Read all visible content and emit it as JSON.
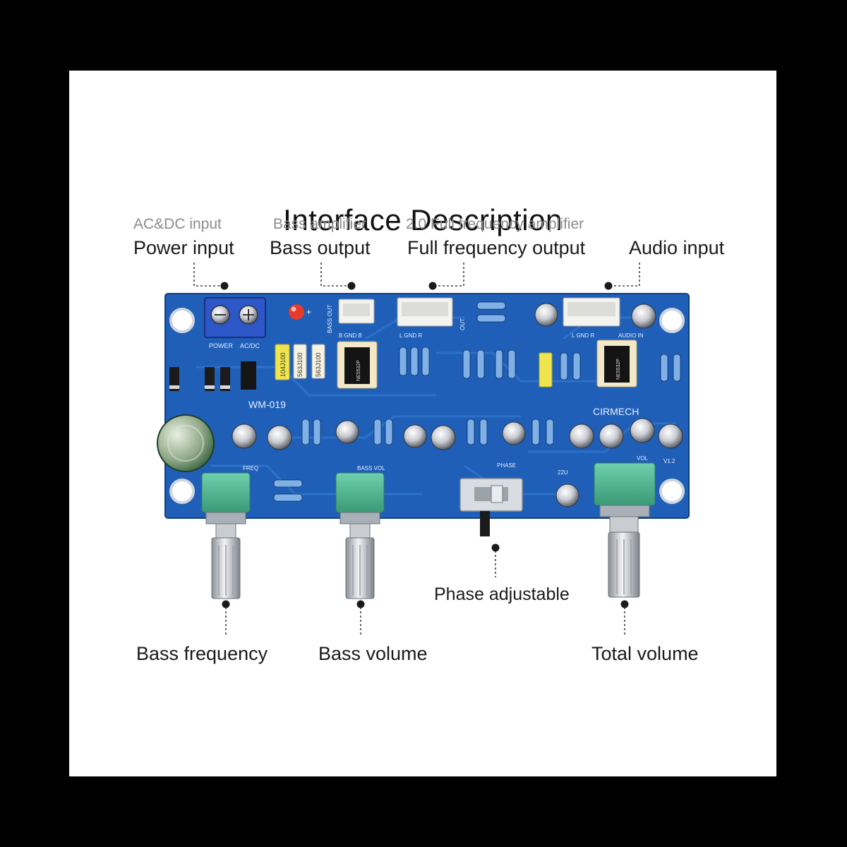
{
  "title": "Interface Description",
  "labels": {
    "power_sub": "AC&DC input",
    "power_main": "Power input",
    "bass_sub": "Bass amplifier",
    "bass_main": "Bass output",
    "full_sub": "2.0 Full frequency amplifier",
    "full_main": "Full frequency output",
    "audio_main": "Audio input",
    "phase": "Phase adjustable",
    "bass_freq": "Bass frequency",
    "bass_vol": "Bass volume",
    "total_vol": "Total volume"
  },
  "silkscreen": {
    "board_name": "WM-019",
    "brand": "CIRMECH",
    "version": "V1.2",
    "power": "POWER",
    "acdc": "AC/DC",
    "bass_out": "BASS OUT",
    "b_gnd_b": "B  GND  B",
    "l_gnd_r": "L  GND  R",
    "out": "OUT",
    "audio_in": "AUDIO IN",
    "freq": "FREQ",
    "bass_vol": "BASS VOL",
    "phase": "PHASE",
    "vol": "VOL",
    "cap_22u": "22U",
    "ic1": "NE5532P",
    "ic2": "NE5532P",
    "cap_104": "104J100",
    "cap_563": "563J100"
  },
  "colors": {
    "pcb": "#1f5fb8",
    "pcb_dark": "#174a94",
    "trace": "#2f74cc",
    "pot_body": "#4bb593",
    "leader": "#444444"
  }
}
